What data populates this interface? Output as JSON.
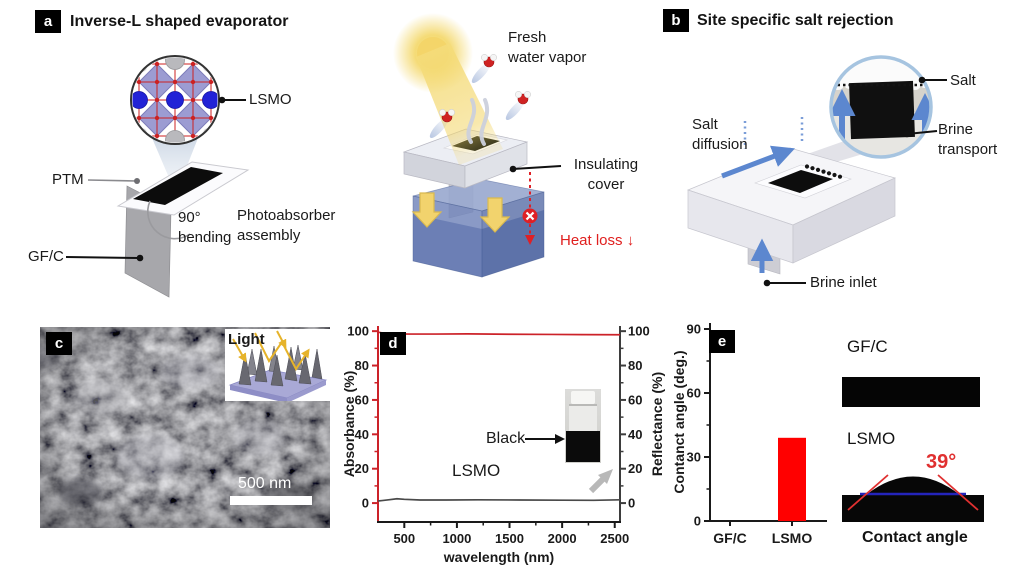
{
  "panel_a": {
    "label": "a",
    "title": "Inverse-L shaped evaporator",
    "lsmo": "LSMO",
    "ptm": "PTM",
    "gfc": "GF/C",
    "bending_line1": "90°",
    "bending_line2": "bending",
    "assembly_line1": "Photoabsorber",
    "assembly_line2": "assembly",
    "vapor_line1": "Fresh",
    "vapor_line2": "water vapor",
    "cover_line1": "Insulating",
    "cover_line2": "cover",
    "heat_loss": "Heat loss ↓"
  },
  "panel_b": {
    "label": "b",
    "title": "Site specific salt rejection",
    "salt": "Salt",
    "brine_transport_line1": "Brine",
    "brine_transport_line2": "transport",
    "salt_diffusion_line1": "Salt",
    "salt_diffusion_line2": "diffusion",
    "brine_inlet": "Brine inlet"
  },
  "panel_c": {
    "label": "c",
    "inset_light": "Light",
    "scale_bar": "500 nm"
  },
  "panel_d": {
    "label": "d",
    "annotation_black": "Black",
    "annotation_lsmo": "LSMO"
  },
  "panel_e": {
    "label": "e",
    "gfc_heading": "GF/C",
    "lsmo_heading": "LSMO",
    "angle_value": "39°",
    "caption": "Contact angle"
  },
  "chart_data": [
    {
      "id": "spectra",
      "type": "line",
      "xlabel": "wavelength (nm)",
      "ylabel_left": "Absorbance (%)",
      "ylabel_right": "Reflectance (%)",
      "xlim": [
        250,
        2550
      ],
      "ylim": [
        0,
        100
      ],
      "x_ticks": [
        500,
        1000,
        1500,
        2000,
        2500
      ],
      "y_ticks": [
        0,
        20,
        40,
        60,
        80,
        100
      ],
      "left_axis_color": "#cc2229",
      "right_axis_color": "#3d3d3d",
      "grid": false,
      "legend": "none",
      "series": [
        {
          "name": "Absorbance",
          "axis": "left",
          "color": "#cc2229",
          "x": [
            250,
            320,
            420,
            550,
            800,
            1100,
            1500,
            1900,
            2200,
            2550
          ],
          "values": [
            99.4,
            98.7,
            98.4,
            98.3,
            98.3,
            98.4,
            98.2,
            98.1,
            98.0,
            97.9
          ]
        },
        {
          "name": "Reflectance",
          "axis": "right",
          "color": "#4a4a4a",
          "x": [
            250,
            350,
            430,
            500,
            650,
            900,
            1200,
            1600,
            2000,
            2300,
            2550
          ],
          "values": [
            1.2,
            1.9,
            2.5,
            2.2,
            1.8,
            1.8,
            1.9,
            1.8,
            1.7,
            1.6,
            1.9
          ]
        }
      ]
    },
    {
      "id": "contact-angle",
      "type": "bar",
      "categories": [
        "GF/C",
        "LSMO"
      ],
      "values": [
        0,
        39
      ],
      "bar_colors": [
        "#000000",
        "#ff0000"
      ],
      "ylabel": "Contanct angle (deg.)",
      "ylim": [
        0,
        90
      ],
      "y_ticks": [
        0,
        30,
        60,
        90
      ],
      "grid": false
    }
  ]
}
